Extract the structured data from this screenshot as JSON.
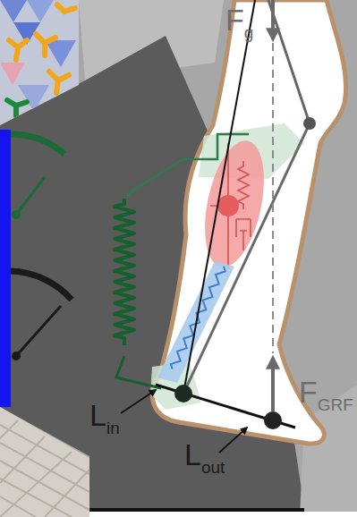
{
  "diagram": {
    "labels": [
      "Fg",
      "FGRF",
      "Lin",
      "Lout"
    ]
  }
}
